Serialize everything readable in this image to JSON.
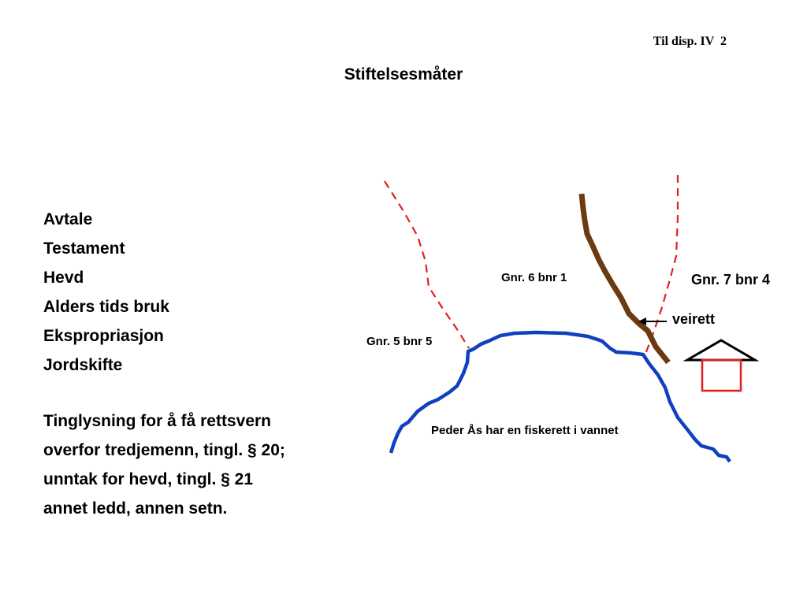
{
  "header": {
    "reference": "Til disp. IV  2"
  },
  "title": "Stiftelsesmåter",
  "methods": [
    "Avtale",
    "Testament",
    "Hevd",
    "Alders tids bruk",
    "Ekspropriasjon",
    "Jordskifte"
  ],
  "note_lines": [
    "Tinglysning for å få rettsvern",
    "overfor tredjemenn, tingl. § 20;",
    "unntak for hevd, tingl. § 21",
    "annet ledd, annen setn."
  ],
  "diagram": {
    "labels": {
      "gnr6": "Gnr. 6 bnr 1",
      "gnr7": "Gnr. 7 bnr 4",
      "gnr5": "Gnr. 5 bnr 5",
      "veirett": "veirett",
      "fiskerett": "Peder Ås har en fiskerett i vannet"
    },
    "colors": {
      "boundary": "#e02020",
      "road": "#6b3a10",
      "water": "#1040c0",
      "house_roof": "#000000",
      "house_body": "#e02020"
    }
  }
}
